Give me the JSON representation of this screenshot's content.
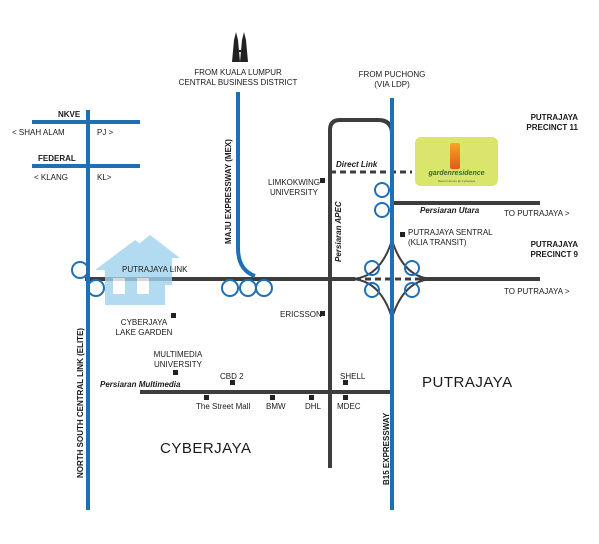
{
  "map": {
    "kl": [
      "FROM KUALA LUMPUR",
      "CENTRAL BUSINESS DISTRICT"
    ],
    "puchong": [
      "FROM PUCHONG",
      "(VIA LDP)"
    ],
    "nkve": {
      "name": "NKVE",
      "left": "< SHAH ALAM",
      "right": "PJ >"
    },
    "federal": {
      "name": "FEDERAL",
      "left": "< KLANG",
      "right": "KL>"
    },
    "precinct11": [
      "PUTRAJAYA",
      "PRECINCT 11"
    ],
    "precinct9": [
      "PUTRAJAYA",
      "PRECINCT 9"
    ],
    "direct_link": "Direct Link",
    "persiaran_utara": "Persiaran Utara",
    "to_putrajaya_1": "TO PUTRAJAYA >",
    "to_putrajaya_2": "TO PUTRAJAYA >",
    "limkokwing": [
      "LIMKOKWING",
      "UNIVERSITY"
    ],
    "putrajaya_sentral": [
      "PUTRAJAYA SENTRAL",
      "(KLIA TRANSIT)"
    ],
    "putrajaya_link": "PUTRAJAYA LINK",
    "maju_expressway": "MAJU EXPRESSWAY (MEX)",
    "persiaran_apec": "Persiaran APEC",
    "nscl": "NORTH SOUTH CENTRAL LINK (ELITE)",
    "b15": "B15 EXPRESSWAY",
    "ericsson": "ERICSSON",
    "lake_garden": [
      "CYBERJAYA",
      "LAKE GARDEN"
    ],
    "mmu": [
      "MULTIMEDIA",
      "UNIVERSITY"
    ],
    "persiaran_multimedia": "Persiaran Multimedia",
    "cbd2": "CBD 2",
    "shell": "SHELL",
    "street_mall": "The Street Mall",
    "bmw": "BMW",
    "dhl": "DHL",
    "mdec": "MDEC",
    "putrajaya": "PUTRAJAYA",
    "cyberjaya": "CYBERJAYA",
    "logo": {
      "name": "gardenresidence",
      "tagline": "Resort Homes @ Cyberjaya"
    }
  },
  "colors": {
    "blue_road": "#1f6fb5",
    "grey_road": "#3d3d3d",
    "logo_bg": "#d9e66b",
    "watermark": "#9fd3ee"
  },
  "icons": [
    "kl-towers-icon",
    "home-watermark-icon",
    "interchange-icon"
  ]
}
